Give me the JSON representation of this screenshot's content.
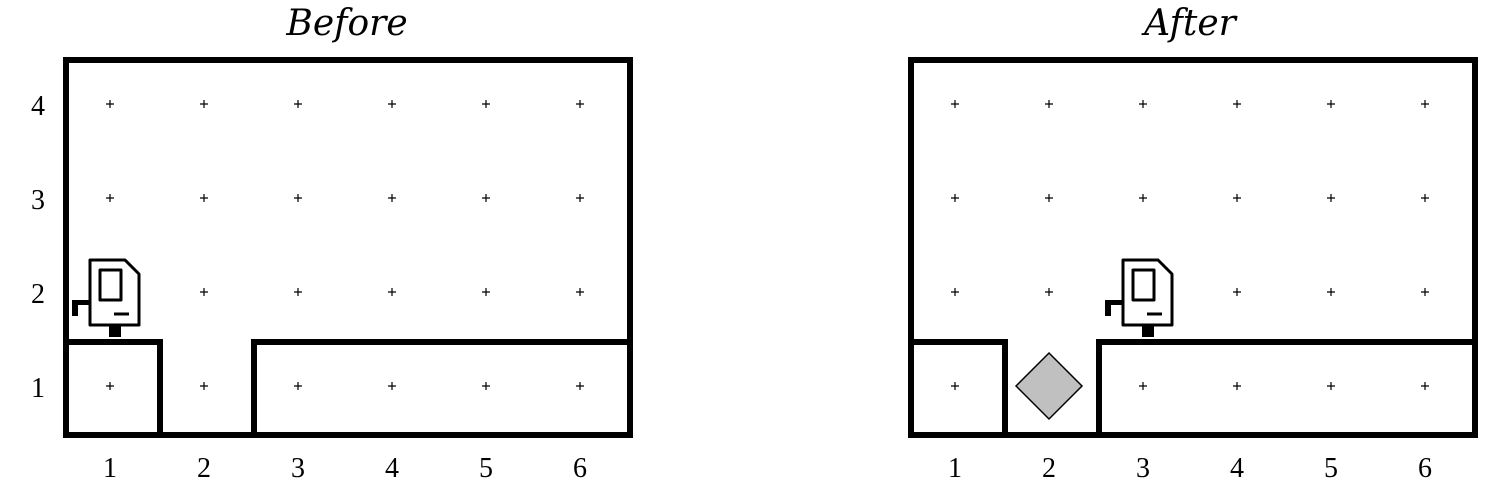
{
  "panels": [
    {
      "id": "before",
      "title": "Before",
      "columns": [
        "1",
        "2",
        "3",
        "4",
        "5",
        "6"
      ],
      "rows": [
        "1",
        "2",
        "3",
        "4"
      ],
      "karel": {
        "street": 2,
        "avenue": 1,
        "facing": "west"
      },
      "beepers": []
    },
    {
      "id": "after",
      "title": "After",
      "columns": [
        "1",
        "2",
        "3",
        "4",
        "5",
        "6"
      ],
      "rows": [
        "1",
        "2",
        "3",
        "4"
      ],
      "karel": {
        "street": 2,
        "avenue": 3,
        "facing": "west"
      },
      "beepers": [
        {
          "street": 1,
          "avenue": 2
        }
      ]
    }
  ],
  "colors": {
    "wall": "#000000",
    "beeper": "#c0c0c0"
  }
}
